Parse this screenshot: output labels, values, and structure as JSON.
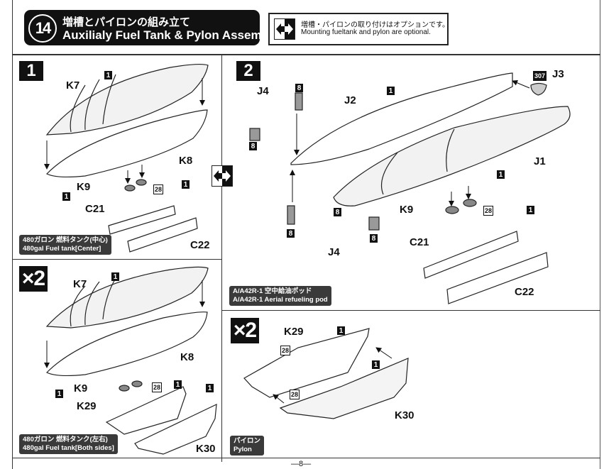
{
  "header": {
    "step_number": "14",
    "title_ja": "増槽とパイロンの組み立て",
    "title_en": "Auxilialy Fuel Tank & Pylon Assembly"
  },
  "note": {
    "icon": "optional-parts-arrow-icon",
    "text_ja": "増槽・パイロンの取り付けはオプションです。",
    "text_en": "Mounting  fueltank and pylon are optional."
  },
  "panels": [
    {
      "id": "center-tank",
      "badge": "1",
      "caption_ja": "480ガロン 燃料タンク(中心)",
      "caption_en": "480gal Fuel tank[Center]",
      "parts": [
        "K7",
        "K8",
        "K9",
        "C21",
        "C22"
      ],
      "paint_refs": [
        "1",
        "1",
        "28",
        "1"
      ]
    },
    {
      "id": "refueling-pod",
      "badge": "2",
      "caption_ja": "A/A42R-1 空中給油ポッド",
      "caption_en": "A/A42R-1 Aerial refueling pod",
      "parts": [
        "J4",
        "J2",
        "J3",
        "J1",
        "J4",
        "K9",
        "C21",
        "C22"
      ],
      "paint_refs": [
        "8",
        "1",
        "307",
        "8",
        "1",
        "8",
        "8",
        "8",
        "28",
        "1"
      ]
    },
    {
      "id": "side-tanks",
      "badge": "×2",
      "caption_ja": "480ガロン 燃料タンク(左右)",
      "caption_en": "480gal Fuel tank[Both sides]",
      "parts": [
        "K7",
        "K8",
        "K9",
        "K29",
        "K30"
      ],
      "paint_refs": [
        "1",
        "1",
        "28",
        "1",
        "1"
      ]
    },
    {
      "id": "pylon",
      "badge": "×2",
      "caption_ja": "パイロン",
      "caption_en": "Pylon",
      "parts": [
        "K29",
        "K30"
      ],
      "paint_refs": [
        "1",
        "28",
        "1",
        "28"
      ]
    }
  ],
  "labels": {
    "K7": "K7",
    "K8": "K8",
    "K9": "K9",
    "C21": "C21",
    "C22": "C22",
    "J1": "J1",
    "J2": "J2",
    "J3": "J3",
    "J4": "J4",
    "K29": "K29",
    "K30": "K30",
    "p1": "1",
    "p8": "8",
    "p28": "28",
    "p307": "307"
  },
  "footer": {
    "page_number": "—8—"
  }
}
